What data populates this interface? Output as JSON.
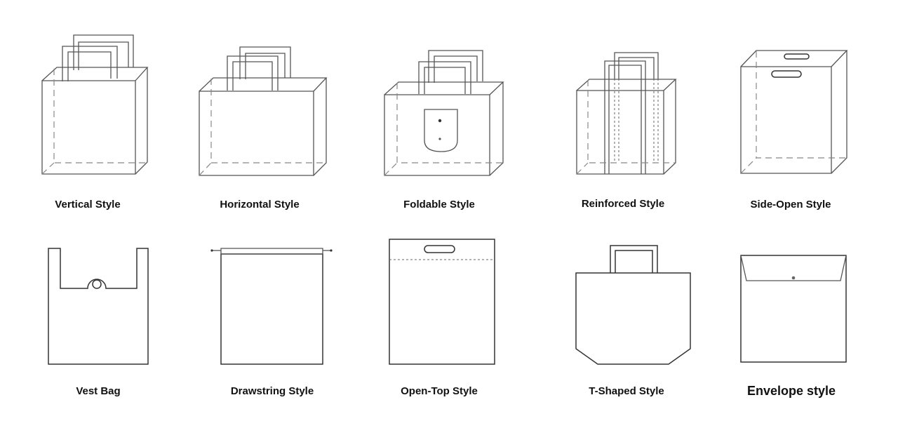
{
  "styles": [
    {
      "label": "Vertical Style",
      "icon": "vertical-bag-icon"
    },
    {
      "label": "Horizontal Style",
      "icon": "horizontal-bag-icon"
    },
    {
      "label": "Foldable Style",
      "icon": "foldable-bag-icon"
    },
    {
      "label": "Reinforced Style",
      "icon": "reinforced-bag-icon"
    },
    {
      "label": "Side-Open Style",
      "icon": "side-open-bag-icon"
    },
    {
      "label": "Vest Bag",
      "icon": "vest-bag-icon"
    },
    {
      "label": "Drawstring Style",
      "icon": "drawstring-bag-icon"
    },
    {
      "label": "Open-Top Style",
      "icon": "open-top-bag-icon"
    },
    {
      "label": "T-Shaped Style",
      "icon": "t-shaped-bag-icon"
    },
    {
      "label": "Envelope style",
      "icon": "envelope-bag-icon"
    }
  ]
}
